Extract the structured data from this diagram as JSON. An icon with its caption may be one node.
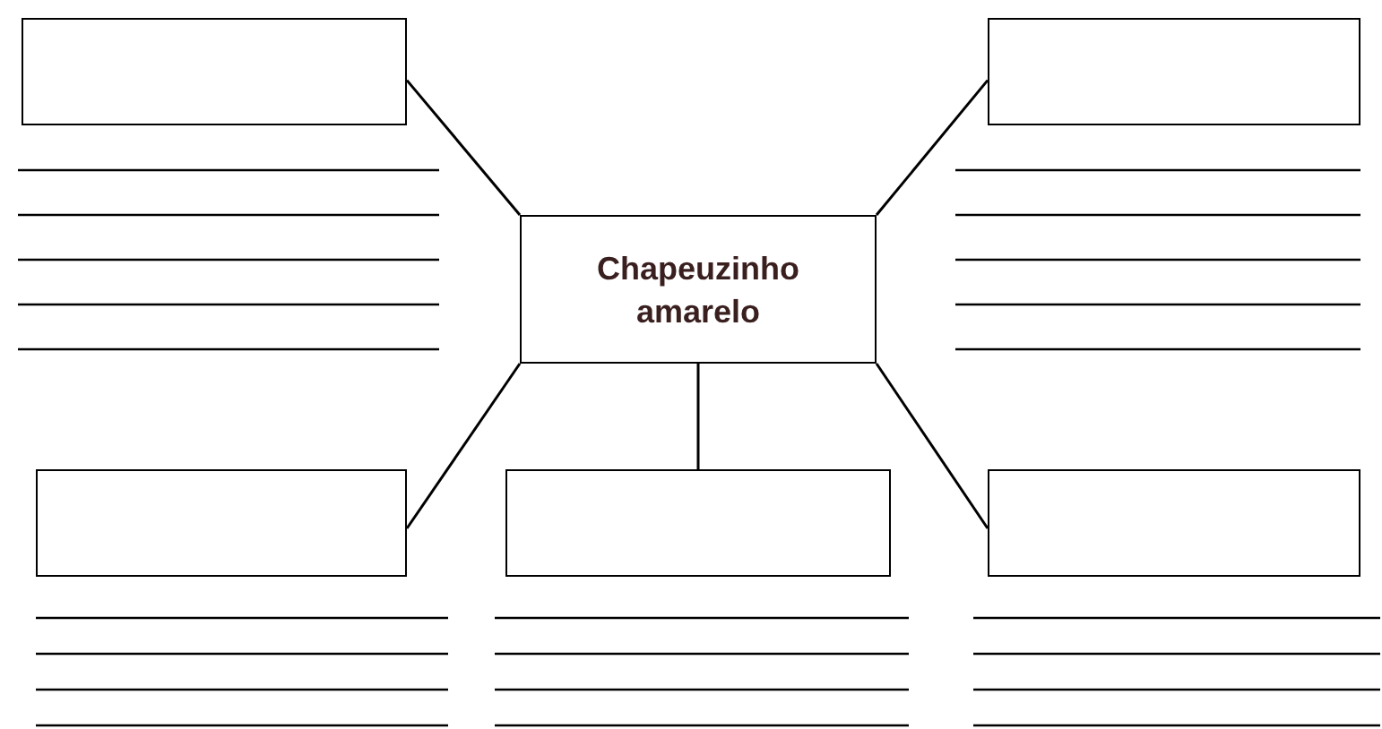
{
  "diagram": {
    "nodes": [
      {
        "text": [],
        "shape": "box"
      },
      {
        "text": [],
        "shape": "box"
      },
      {
        "text": [
          "Chapeuzinho amarelo"
        ]
      },
      {
        "text": [],
        "shape": "box"
      },
      {
        "text": [],
        "shape": "box"
      },
      {
        "text": [],
        "shape": "box"
      }
    ],
    "edges": [
      {
        "from": 2,
        "to": 0,
        "arrow": "none"
      },
      {
        "from": 2,
        "to": 1,
        "arrow": "none"
      },
      {
        "from": 2,
        "to": 3,
        "arrow": "none"
      },
      {
        "from": 2,
        "to": 4,
        "arrow": "none"
      },
      {
        "from": 2,
        "to": 5,
        "arrow": "none"
      }
    ]
  }
}
